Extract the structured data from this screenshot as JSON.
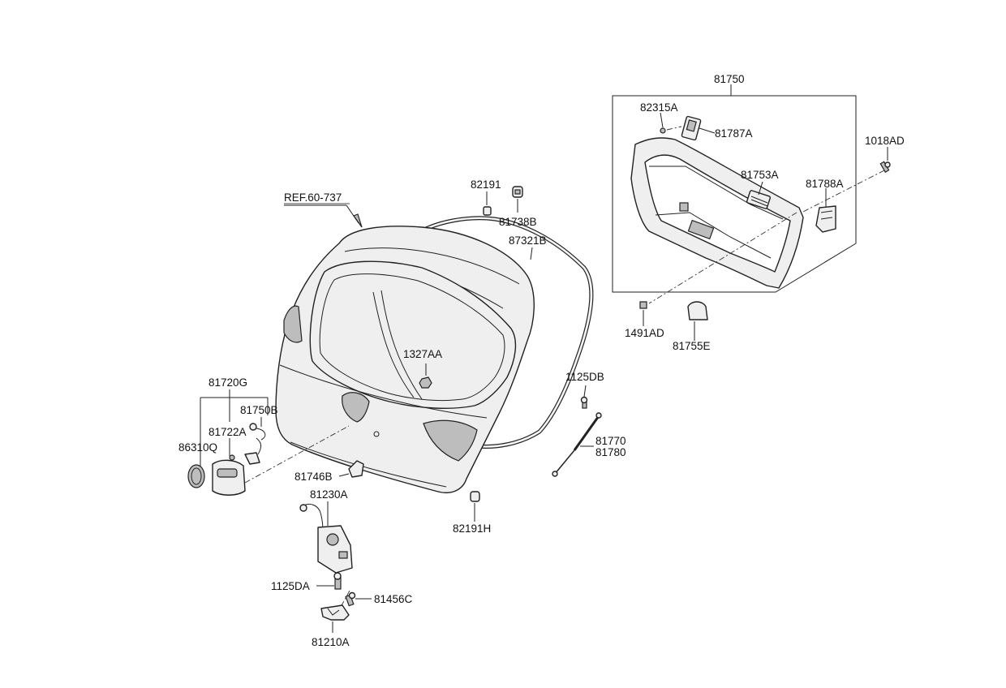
{
  "diagram": {
    "ref_label": "REF.60-737",
    "part_labels": [
      {
        "id": "81750",
        "text": "81750"
      },
      {
        "id": "82315A",
        "text": "82315A"
      },
      {
        "id": "81787A",
        "text": "81787A"
      },
      {
        "id": "1018AD",
        "text": "1018AD"
      },
      {
        "id": "81753A",
        "text": "81753A"
      },
      {
        "id": "81788A",
        "text": "81788A"
      },
      {
        "id": "1491AD",
        "text": "1491AD"
      },
      {
        "id": "81755E",
        "text": "81755E"
      },
      {
        "id": "82191",
        "text": "82191"
      },
      {
        "id": "81738B",
        "text": "81738B"
      },
      {
        "id": "87321B",
        "text": "87321B"
      },
      {
        "id": "1327AA",
        "text": "1327AA"
      },
      {
        "id": "1125DB",
        "text": "1125DB"
      },
      {
        "id": "81770",
        "text": "81770"
      },
      {
        "id": "81780",
        "text": "81780"
      },
      {
        "id": "81720G",
        "text": "81720G"
      },
      {
        "id": "81750B",
        "text": "81750B"
      },
      {
        "id": "81722A",
        "text": "81722A"
      },
      {
        "id": "86310Q",
        "text": "86310Q"
      },
      {
        "id": "81746B",
        "text": "81746B"
      },
      {
        "id": "81230A",
        "text": "81230A"
      },
      {
        "id": "82191H",
        "text": "82191H"
      },
      {
        "id": "1125DA",
        "text": "1125DA"
      },
      {
        "id": "81456C",
        "text": "81456C"
      },
      {
        "id": "81210A",
        "text": "81210A"
      }
    ]
  }
}
